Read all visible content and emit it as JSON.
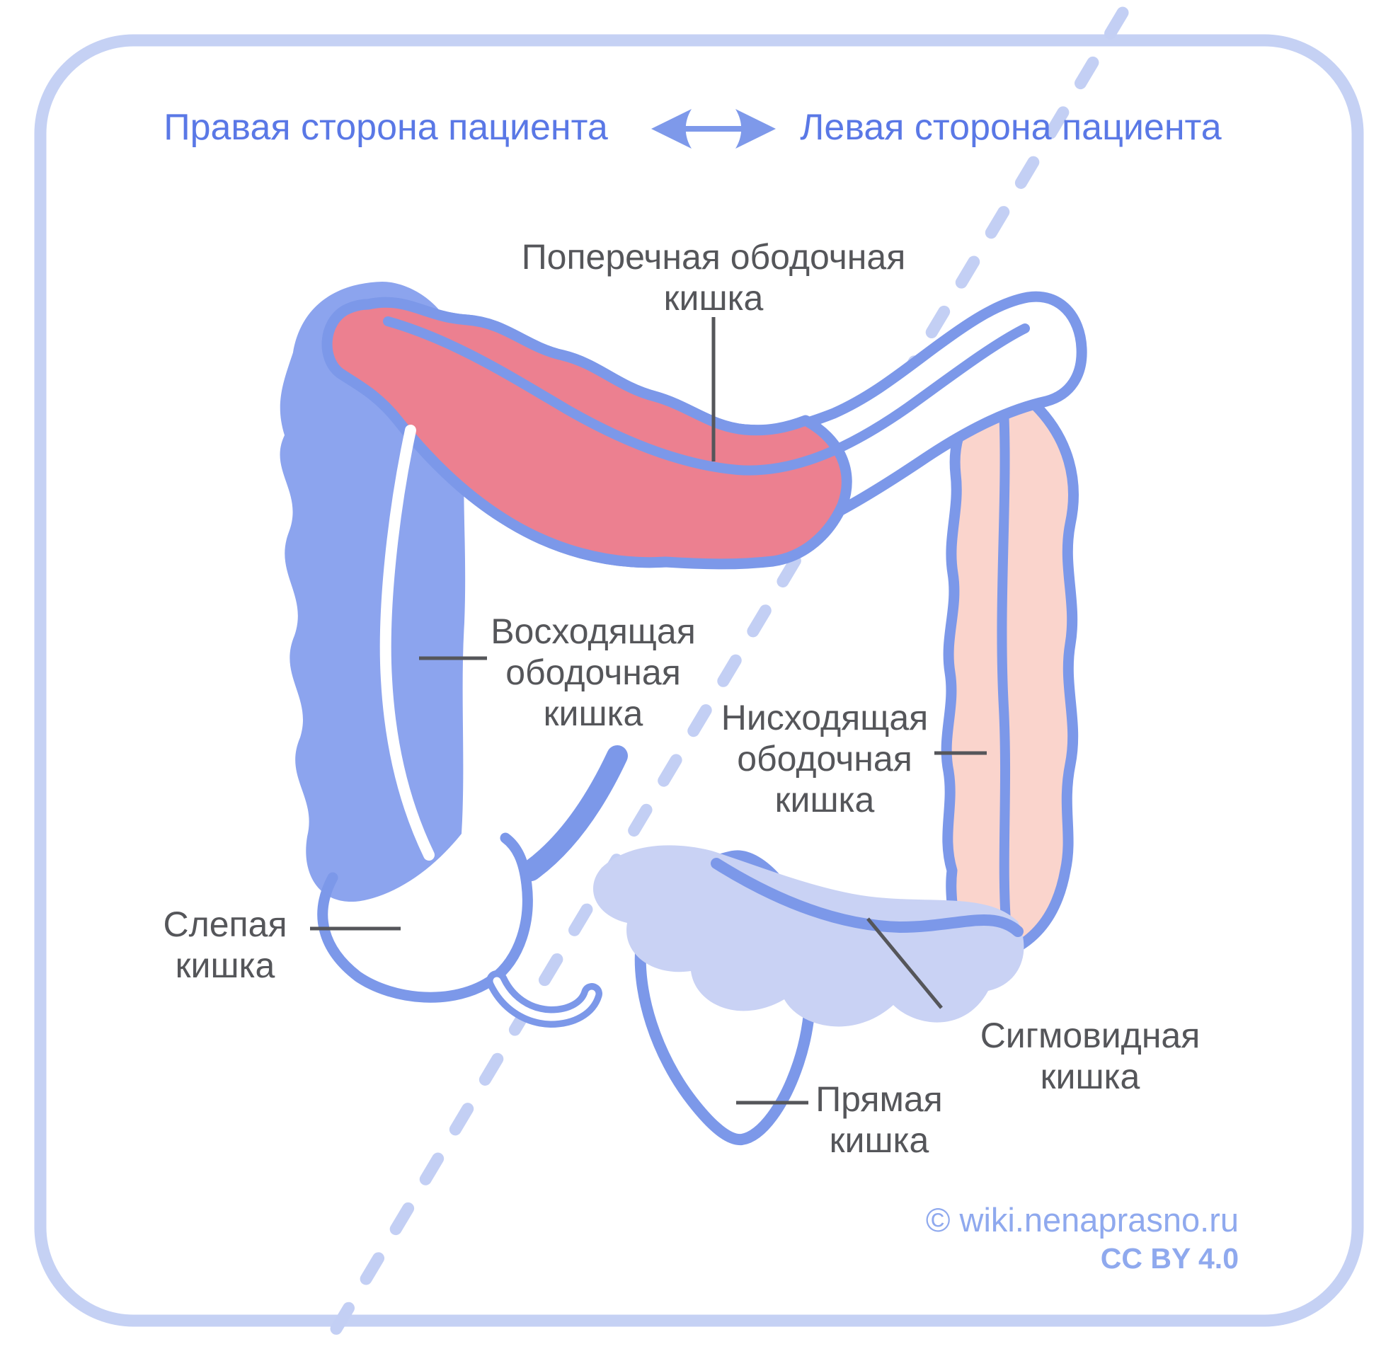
{
  "header": {
    "left_label": "Правая сторона пациента",
    "right_label": "Левая сторона пациента"
  },
  "labels": {
    "transverse": {
      "line1": "Поперечная ободочная",
      "line2": "кишка"
    },
    "ascending": {
      "line1": "Восходящая",
      "line2": "ободочная",
      "line3": "кишка"
    },
    "descending": {
      "line1": "Нисходящая",
      "line2": "ободочная",
      "line3": "кишка"
    },
    "cecum": {
      "line1": "Слепая",
      "line2": "кишка"
    },
    "sigmoid": {
      "line1": "Сигмовидная",
      "line2": "кишка"
    },
    "rectum": {
      "line1": "Прямая",
      "line2": "кишка"
    }
  },
  "footer": {
    "copyright": "© wiki.nenaprasno.ru",
    "license": "CC BY 4.0"
  },
  "colors": {
    "outline_blue": "#7C98E9",
    "ascending_fill": "#8CA4EE",
    "transverse_fill": "#EC8090",
    "descending_fill": "#FAD4CC",
    "sigmoid_fill": "#C9D2F4",
    "frame_blue": "#C5D1F4",
    "dash_blue": "#C3CFF4",
    "label_gray": "#55565A",
    "header_text_blue": "#5A78E6",
    "copyright_blue": "#8FA9EE"
  }
}
